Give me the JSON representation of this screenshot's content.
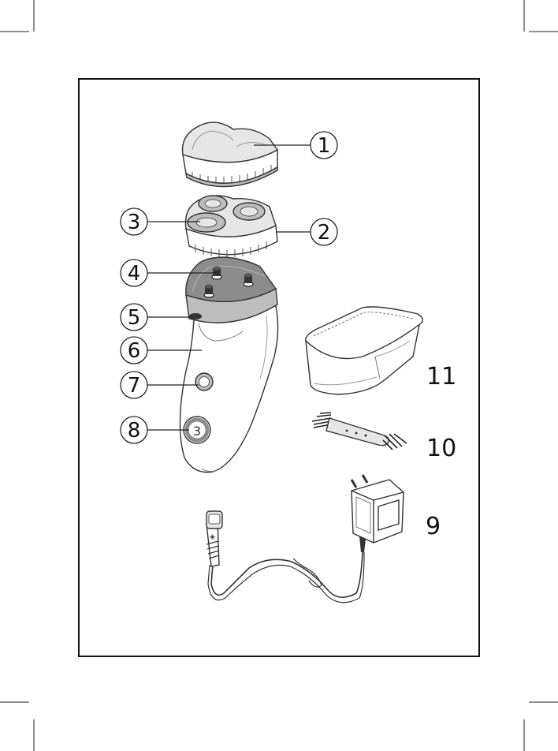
{
  "callouts": [
    {
      "number": "1"
    },
    {
      "number": "2"
    },
    {
      "number": "3"
    },
    {
      "number": "4"
    },
    {
      "number": "5"
    },
    {
      "number": "6"
    },
    {
      "number": "7"
    },
    {
      "number": "8"
    }
  ],
  "plain_labels": [
    {
      "number": "11"
    },
    {
      "number": "10"
    },
    {
      "number": "9"
    }
  ],
  "dial_digit": "3",
  "colors": {
    "outline": "#333333",
    "shade_light": "#e6e6e6",
    "shade_mid": "#bdbdbd",
    "shade_dark": "#8c8c8c"
  }
}
